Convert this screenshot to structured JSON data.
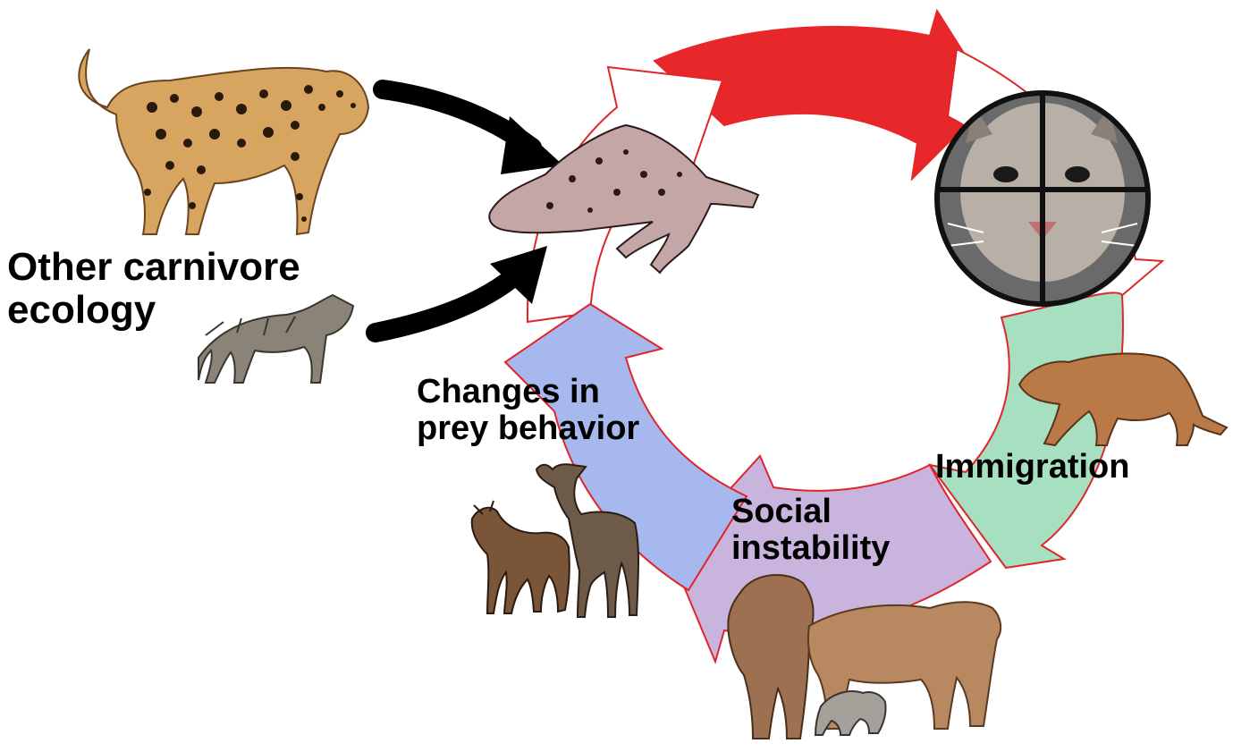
{
  "labels": {
    "carnivore": [
      "Other carnivore",
      "ecology"
    ],
    "prey": [
      "Changes in",
      "prey behavior"
    ],
    "immigration": "Immigration",
    "social": [
      "Social",
      "instability"
    ]
  },
  "colors": {
    "red": "#e8272a",
    "outline": "#e0252a",
    "green": "#a6e0c0",
    "purple": "#c8b4dc",
    "blue": "#a6b8ee",
    "black": "#000000"
  },
  "icons": [
    "jaguar-icon",
    "coyote-icon",
    "dead-lamb-icon",
    "puma-crosshair-icon",
    "walking-puma-icon",
    "goat-icon",
    "deer-icon",
    "puma-family-icon"
  ]
}
